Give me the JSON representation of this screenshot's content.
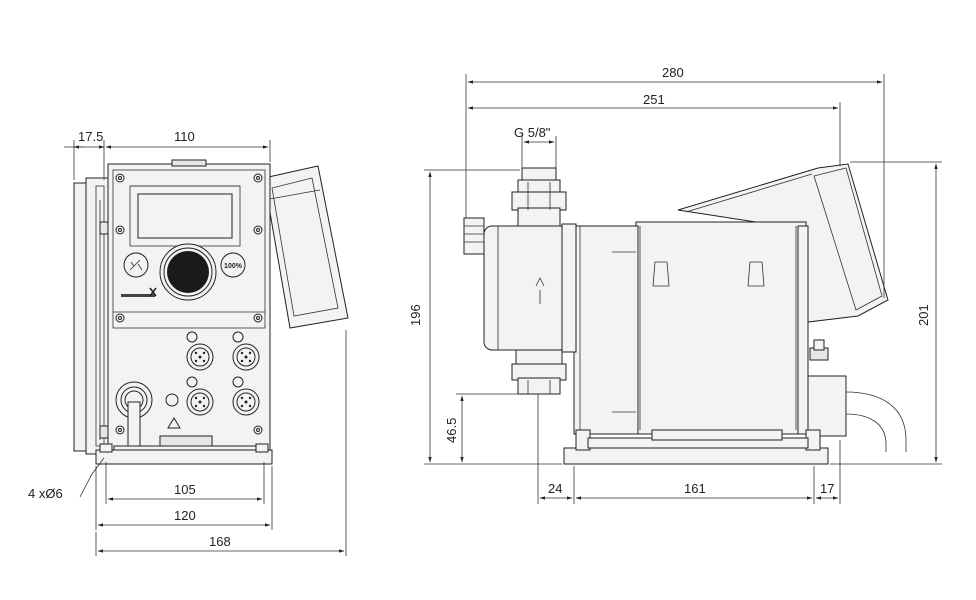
{
  "dimensions": {
    "front_depth_offset": "17.5",
    "front_width": "110",
    "mount_holes": "4 xØ6",
    "hole_spacing": "105",
    "base_width": "120",
    "total_width": "168",
    "total_length": "280",
    "pump_length": "251",
    "thread": "G 5/8\"",
    "height_connection": "196",
    "suction_height": "46.5",
    "total_height": "201",
    "offset_24": "24",
    "offset_161": "161",
    "offset_17": "17"
  },
  "panel": {
    "button_label": "100%"
  }
}
